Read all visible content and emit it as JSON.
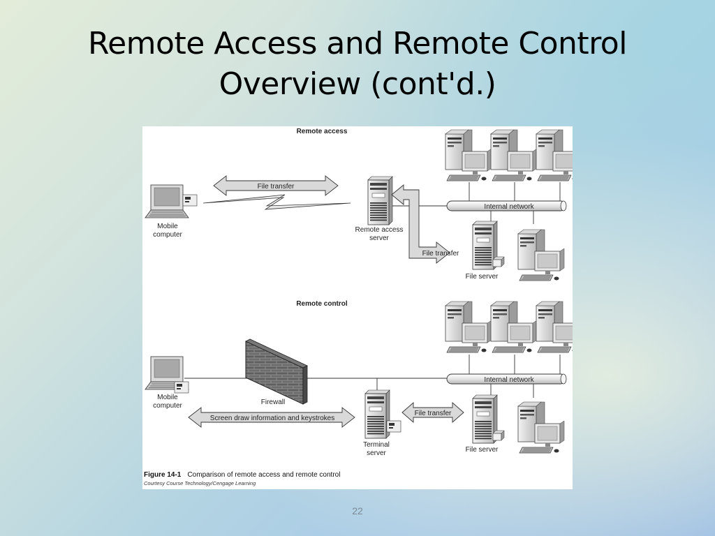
{
  "slide": {
    "title_line1": "Remote Access and Remote Control",
    "title_line2": "Overview (cont'd.)",
    "page_number": "22"
  },
  "figure": {
    "remote_access": {
      "heading": "Remote access",
      "mobile_label_1": "Mobile",
      "mobile_label_2": "computer",
      "file_transfer_top": "File transfer",
      "server_label_1": "Remote access",
      "server_label_2": "server",
      "internal_network": "Internal network",
      "file_transfer_side": "File transfer",
      "file_server": "File server"
    },
    "remote_control": {
      "heading": "Remote control",
      "mobile_label_1": "Mobile",
      "mobile_label_2": "computer",
      "firewall": "Firewall",
      "screen_draw": "Screen draw information and keystrokes",
      "server_label_1": "Terminal",
      "server_label_2": "server",
      "internal_network": "Internal network",
      "file_transfer": "File transfer",
      "file_server": "File server"
    },
    "caption_number": "Figure 14-1",
    "caption_text": "Comparison of remote access and remote control",
    "credit": "Courtesy Course Technology/Cengage Learning"
  }
}
